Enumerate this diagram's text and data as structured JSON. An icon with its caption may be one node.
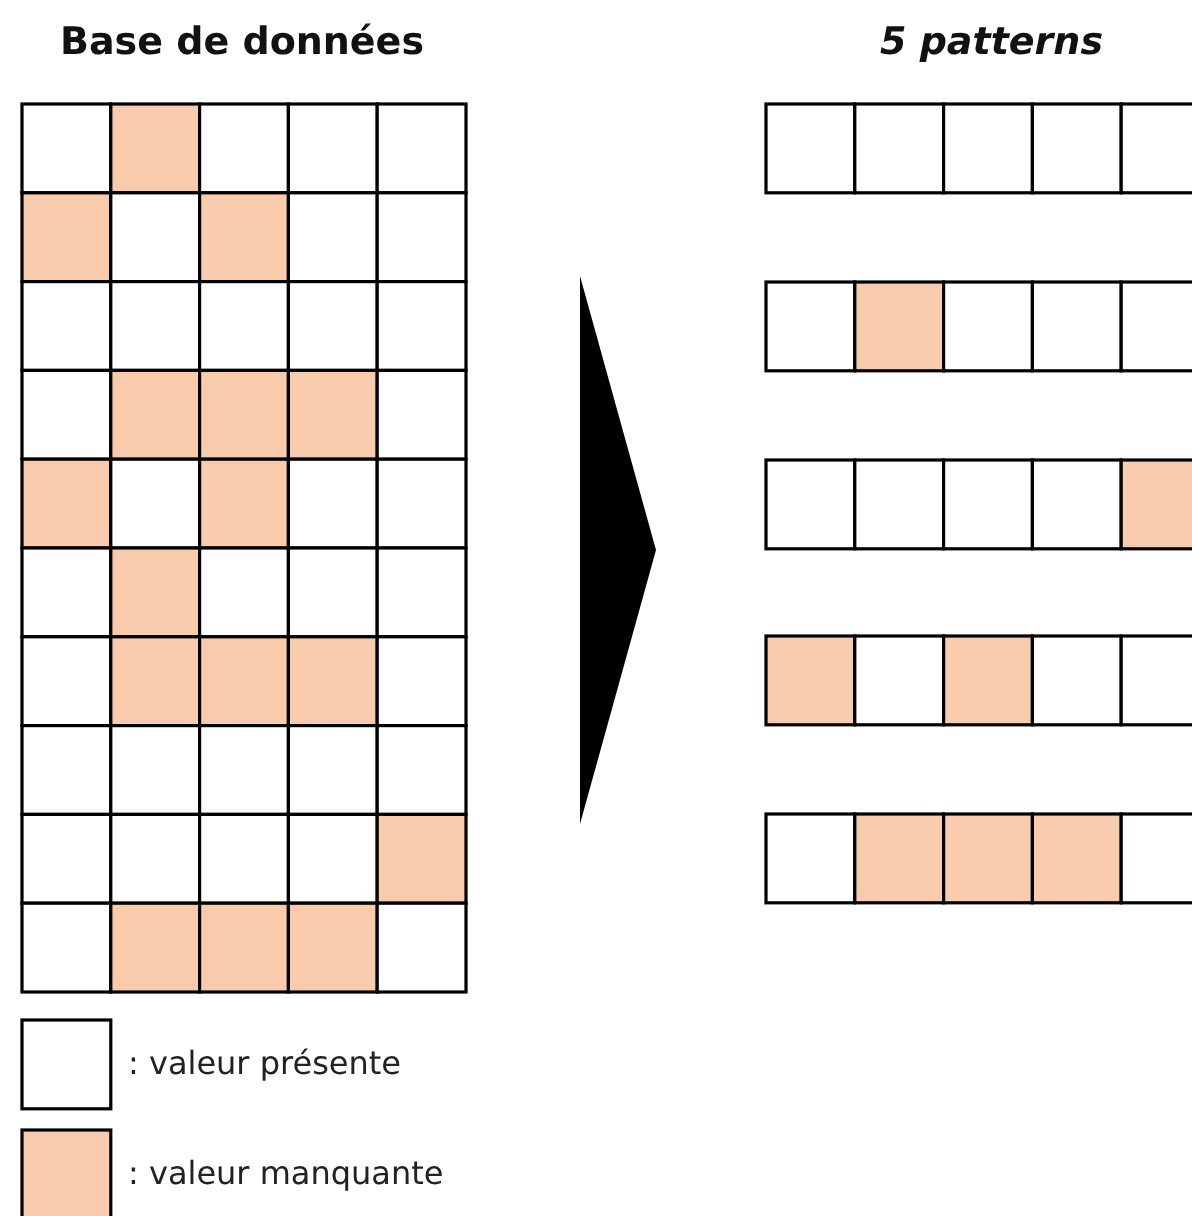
{
  "diagram": {
    "labels": [
      "Base de données",
      "5 patterns"
    ],
    "legend": [
      {
        "text": ": valeur présente",
        "color": "#ffffff"
      },
      {
        "text": ": valeur manquante",
        "color": "#f8cbad"
      }
    ]
  }
}
